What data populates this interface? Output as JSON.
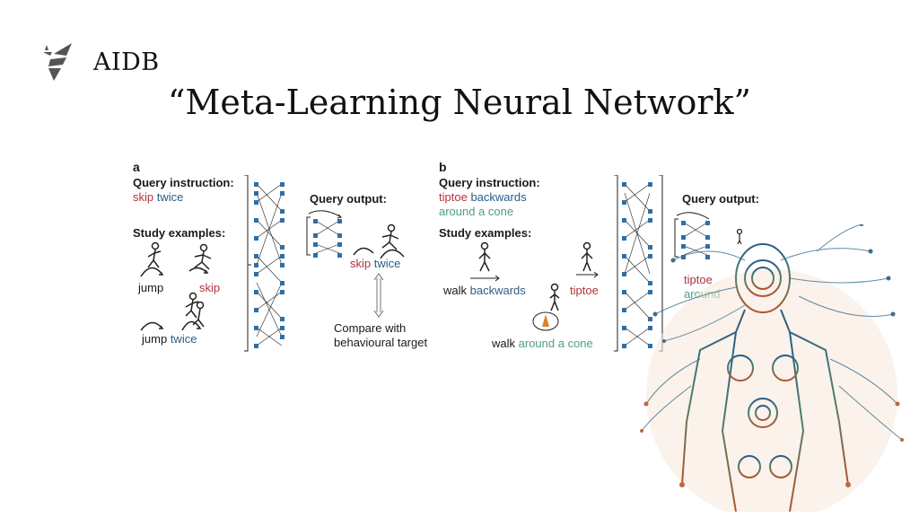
{
  "brand": {
    "name": "AIDB",
    "logo_icon": "bee-icon"
  },
  "title": "“Meta-Learning Neural Network”",
  "panel_a": {
    "label": "a",
    "query_instruction_heading": "Query instruction:",
    "query_words": [
      "skip",
      "twice"
    ],
    "study_heading": "Study examples:",
    "examples": [
      {
        "words": [
          "jump"
        ]
      },
      {
        "words": [
          "skip"
        ]
      },
      {
        "words": [
          "jump",
          "twice"
        ]
      }
    ],
    "query_output_heading": "Query output:",
    "output_words": [
      "skip",
      "twice"
    ],
    "compare_line1": "Compare with",
    "compare_line2": "behavioural target"
  },
  "panel_b": {
    "label": "b",
    "query_instruction_heading": "Query instruction:",
    "query_line1": [
      "tiptoe",
      "backwards"
    ],
    "query_line2": "around a cone",
    "study_heading": "Study examples:",
    "examples": [
      {
        "words": [
          "walk",
          "backwards"
        ]
      },
      {
        "words": [
          "tiptoe"
        ]
      },
      {
        "words": [
          "walk",
          "around a cone"
        ]
      }
    ],
    "query_output_heading": "Query output:",
    "output_word1": "tiptoe",
    "output_word2": "around"
  },
  "colors": {
    "red": "#b2333d",
    "blue": "#2a5d87",
    "teal": "#4e9e8a",
    "node": "#2e6fa8"
  }
}
